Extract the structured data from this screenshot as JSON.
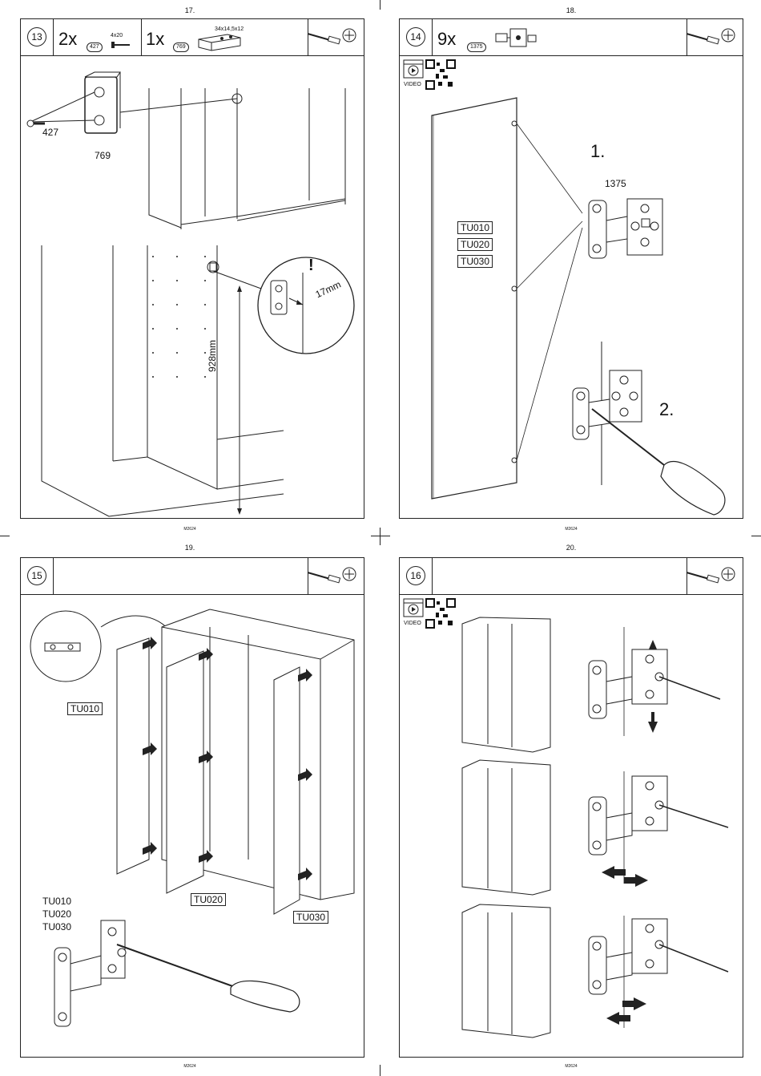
{
  "pages": [
    {
      "number": "17.",
      "code": "M2624",
      "step": "13",
      "parts": [
        {
          "qty": "2x",
          "id": "427",
          "size": "4x20"
        },
        {
          "qty": "1x",
          "id": "769",
          "size": "34x14,5x12"
        }
      ],
      "labels": {
        "screw": "427",
        "block": "769",
        "height": "928mm",
        "offset": "17mm",
        "warn": "!"
      }
    },
    {
      "number": "18.",
      "code": "M2624",
      "step": "14",
      "parts": [
        {
          "qty": "9x",
          "id": "1375"
        }
      ],
      "video": "VIDEO",
      "labels": {
        "hinge": "1375",
        "s1": "1.",
        "s2": "2."
      },
      "doors": [
        "TU010",
        "TU020",
        "TU030"
      ]
    },
    {
      "number": "19.",
      "code": "M2624",
      "step": "15",
      "doors": [
        "TU010",
        "TU020",
        "TU030"
      ],
      "list": [
        "TU010",
        "TU020",
        "TU030"
      ]
    },
    {
      "number": "20.",
      "code": "M2624",
      "step": "16",
      "video": "VIDEO"
    }
  ],
  "icons": [
    "screwdriver-icon",
    "assembly-person-icon",
    "video-icon",
    "qr-code"
  ]
}
